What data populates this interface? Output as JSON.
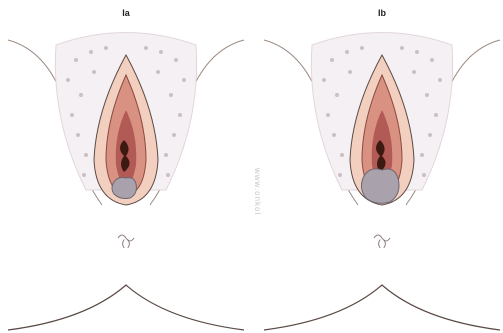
{
  "panels": [
    {
      "label": "Ia"
    },
    {
      "label": "Ib"
    }
  ],
  "watermark": "www.onkol",
  "colors": {
    "outline": "#5a4a44",
    "hair": "#cdbfc6",
    "skin_outer": "#f3cfc0",
    "skin_inner": "#d99282",
    "inner_dark": "#b25a56",
    "lesion": "#a9a2ac",
    "opening": "#3d1a0f"
  }
}
